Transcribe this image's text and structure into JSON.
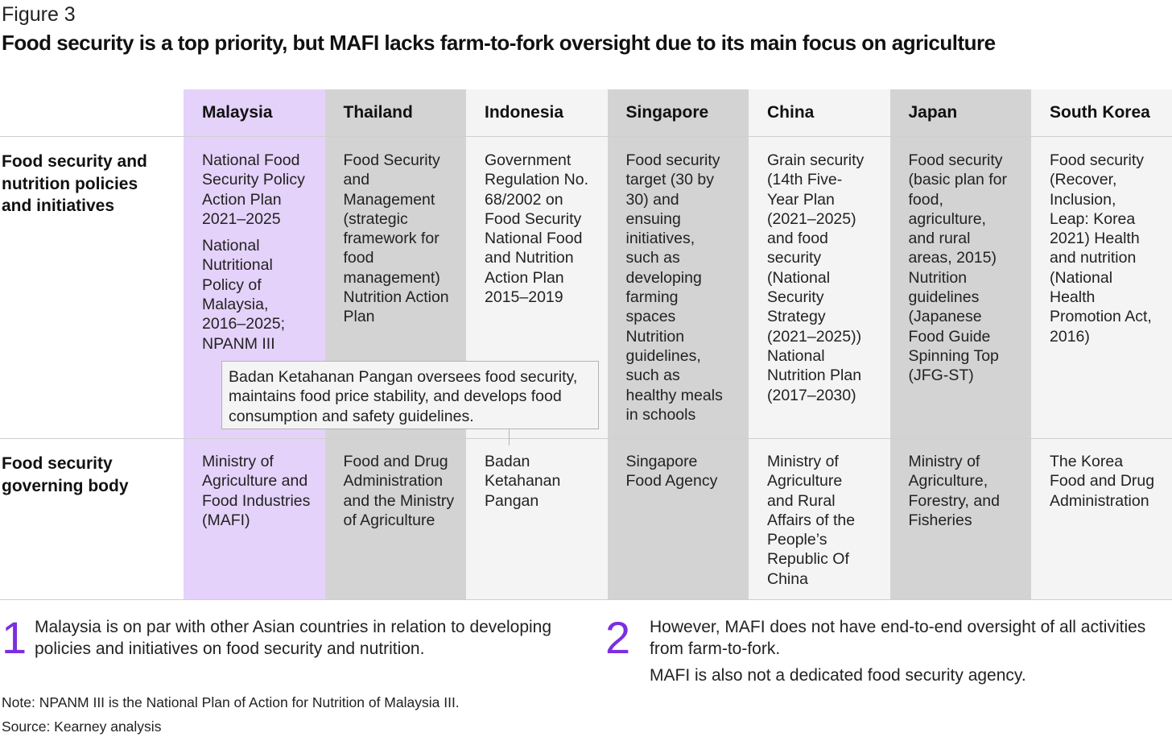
{
  "figure_label": "Figure 3",
  "title": "Food security is a top priority, but MAFI lacks farm-to-fork oversight due to its main focus on agriculture",
  "row_labels": {
    "policies": "Food security and nutrition policies and initiatives",
    "governing_body": "Food security governing body"
  },
  "columns": [
    {
      "country": "Malaysia",
      "bg": "#e5d2fa",
      "policies": [
        "National Food Security Policy Action Plan 2021–2025",
        "National Nutritional Policy of Malaysia, 2016–2025; NPANM III"
      ],
      "body": "Ministry of Agriculture and Food Industries (MAFI)"
    },
    {
      "country": "Thailand",
      "bg": "#d3d3d3",
      "policies": [
        "Food Security and Management (strategic framework for food management) Nutrition Action Plan"
      ],
      "body": "Food and Drug Administration and the Ministry of Agriculture"
    },
    {
      "country": "Indonesia",
      "bg": "#f4f4f4",
      "policies": [
        "Government Regulation No. 68/2002 on Food Security National Food and Nutrition Action Plan 2015–2019"
      ],
      "body": "Badan Ketahanan Pangan"
    },
    {
      "country": "Singapore",
      "bg": "#d3d3d3",
      "policies": [
        "Food security target (30 by 30) and ensuing initiatives, such as developing farming spaces Nutrition guidelines, such as healthy meals in schools"
      ],
      "body": "Singapore Food Agency"
    },
    {
      "country": "China",
      "bg": "#f4f4f4",
      "policies": [
        "Grain security (14th Five-Year Plan (2021–2025) and food security (National Security Strategy (2021–2025)) National Nutrition Plan (2017–2030)"
      ],
      "body": "Ministry of Agriculture and Rural Affairs of the People’s Republic Of China"
    },
    {
      "country": "Japan",
      "bg": "#d3d3d3",
      "policies": [
        "Food security (basic plan for food, agriculture, and rural areas, 2015) Nutrition guidelines (Japanese Food Guide Spinning Top (JFG-ST)"
      ],
      "body": "Ministry of Agriculture, Forestry, and Fisheries"
    },
    {
      "country": "South Korea",
      "bg": "#f4f4f4",
      "policies": [
        "Food security (Recover, Inclusion, Leap: Korea 2021) Health and nutrition (National Health Promotion Act, 2016)"
      ],
      "body": "The Korea Food and Drug Administration"
    }
  ],
  "callout": "Badan Ketahanan Pangan oversees food security, maintains food price stability, and develops food consumption and safety guidelines.",
  "takeaways": [
    {
      "number": "1",
      "lines": [
        "Malaysia is on par with other Asian countries in relation to developing policies and initiatives on food security and nutrition."
      ]
    },
    {
      "number": "2",
      "lines": [
        "However, MAFI does not have end-to-end oversight of all activities from farm-to-fork.",
        "MAFI is also not a dedicated food security agency."
      ]
    }
  ],
  "note": "Note: NPANM III is the National Plan of Action for Nutrition of Malaysia III.",
  "source": "Source: Kearney analysis",
  "accent_color": "#7b2fe0"
}
